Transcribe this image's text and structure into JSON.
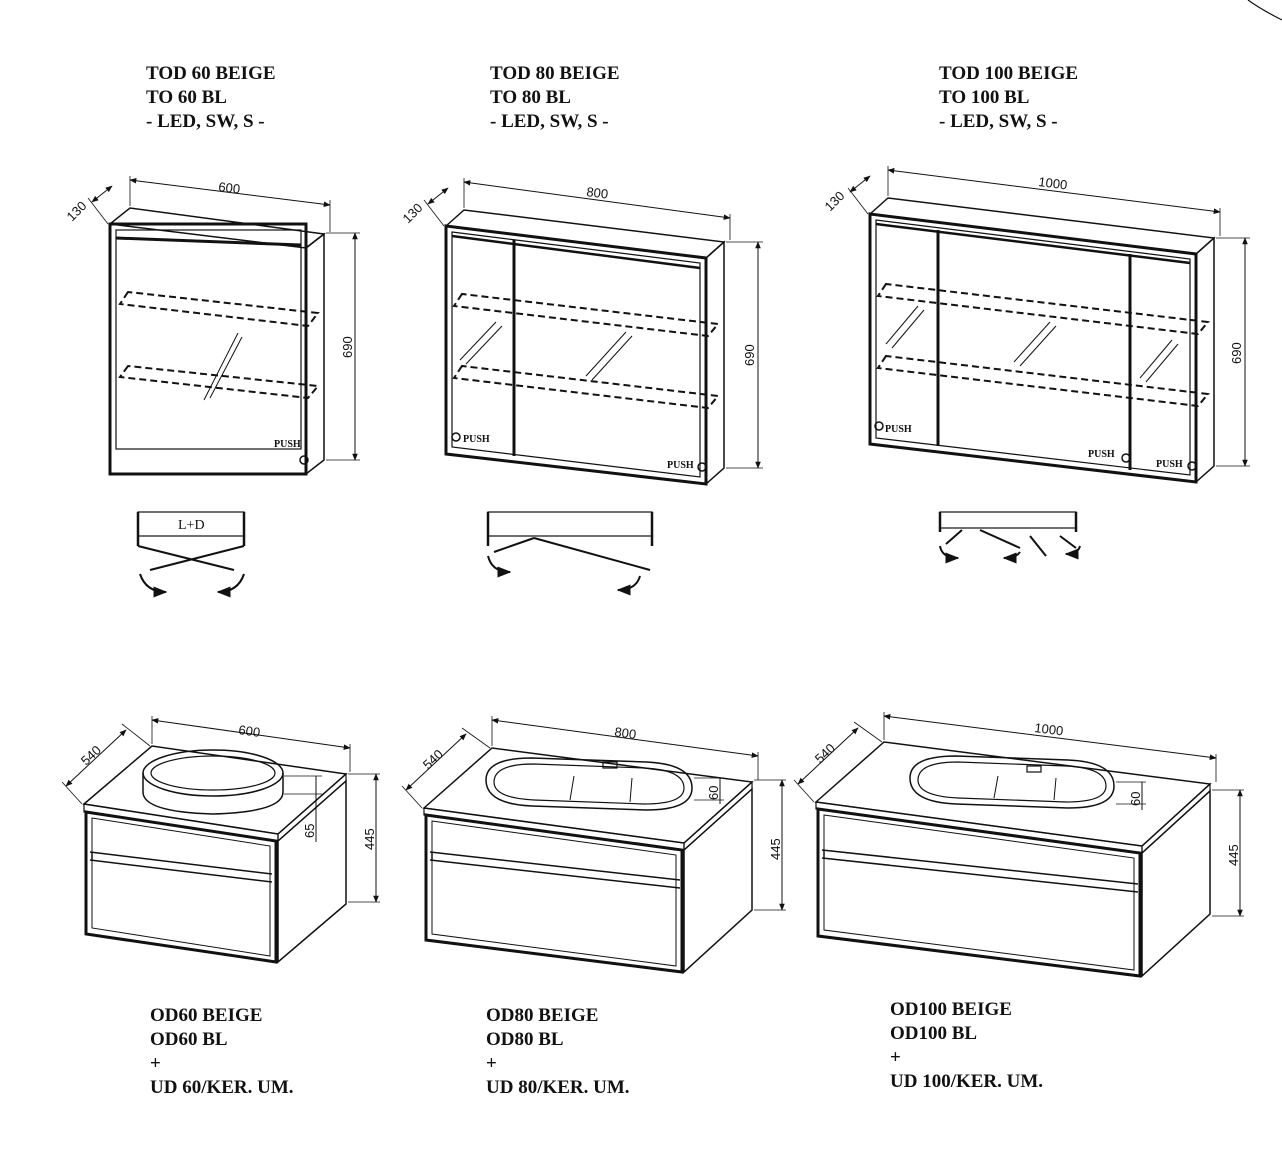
{
  "mirror_cabinets": [
    {
      "lines": [
        "TOD 60 BEIGE",
        "TO 60 BL",
        "- LED, SW, S -"
      ],
      "width": "600",
      "depth": "130",
      "height": "690",
      "opening": "L+D"
    },
    {
      "lines": [
        "TOD 80 BEIGE",
        "TO 80 BL",
        "- LED, SW, S -"
      ],
      "width": "800",
      "depth": "130",
      "height": "690"
    },
    {
      "lines": [
        "TOD 100 BEIGE",
        "TO 100 BL",
        "- LED, SW, S -"
      ],
      "width": "1000",
      "depth": "130",
      "height": "690"
    }
  ],
  "vanity_units": [
    {
      "lines": [
        "OD60 BEIGE",
        "OD60 BL",
        "+",
        "UD 60/KER. UM."
      ],
      "width": "600",
      "depth": "540",
      "height": "445",
      "basin_height": "65"
    },
    {
      "lines": [
        "OD80 BEIGE",
        "OD80 BL",
        "+",
        "UD 80/KER. UM."
      ],
      "width": "800",
      "depth": "540",
      "height": "445",
      "basin_height": "60"
    },
    {
      "lines": [
        "OD100 BEIGE",
        "OD100 BL",
        "+",
        "UD 100/KER. UM."
      ],
      "width": "1000",
      "depth": "540",
      "height": "445",
      "basin_height": "60"
    }
  ],
  "push_label": "PUSH"
}
